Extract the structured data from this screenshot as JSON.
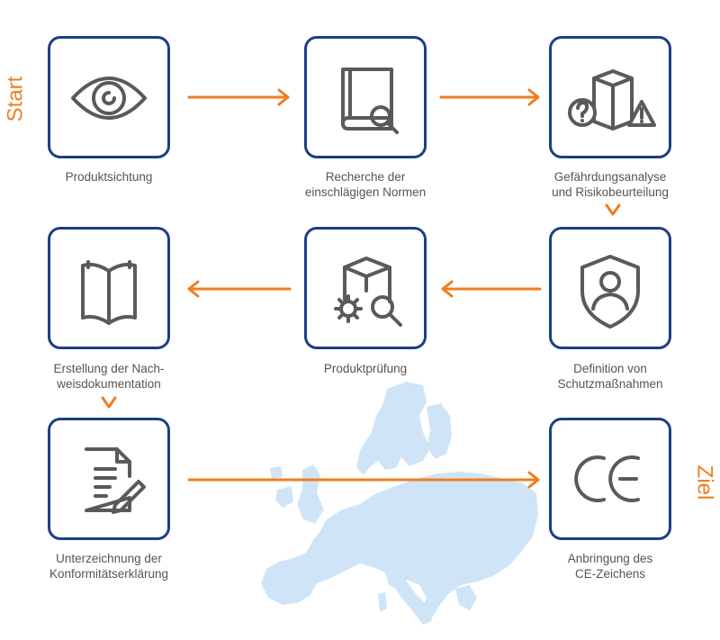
{
  "diagram": {
    "start_label": "Start",
    "end_label": "Ziel",
    "steps": [
      {
        "icon": "eye-icon",
        "lines": [
          "Produktsichtung"
        ]
      },
      {
        "icon": "book-search-icon",
        "lines": [
          "Recherche der",
          "einschlägigen Normen"
        ]
      },
      {
        "icon": "hazard-analysis-icon",
        "lines": [
          "Gefährdungsanalyse",
          "und Risikobeurteilung"
        ]
      },
      {
        "icon": "shield-person-icon",
        "lines": [
          "Definition von",
          "Schutzmaßnahmen"
        ]
      },
      {
        "icon": "box-gear-search-icon",
        "lines": [
          "Produktprüfung"
        ]
      },
      {
        "icon": "open-book-icon",
        "lines": [
          "Erstellung der Nach-",
          "weisdokumentation"
        ]
      },
      {
        "icon": "document-sign-icon",
        "lines": [
          "Unterzeichnung der",
          "Konformitätserklärung"
        ]
      },
      {
        "icon": "ce-mark-icon",
        "lines": [
          "Anbringung des",
          "CE-Zeichens"
        ]
      }
    ],
    "colors": {
      "accent": "#f07d1e",
      "border": "#1d3e86",
      "icon": "#5a5a5a",
      "map": "#cfe5f7",
      "text": "#555555"
    }
  }
}
